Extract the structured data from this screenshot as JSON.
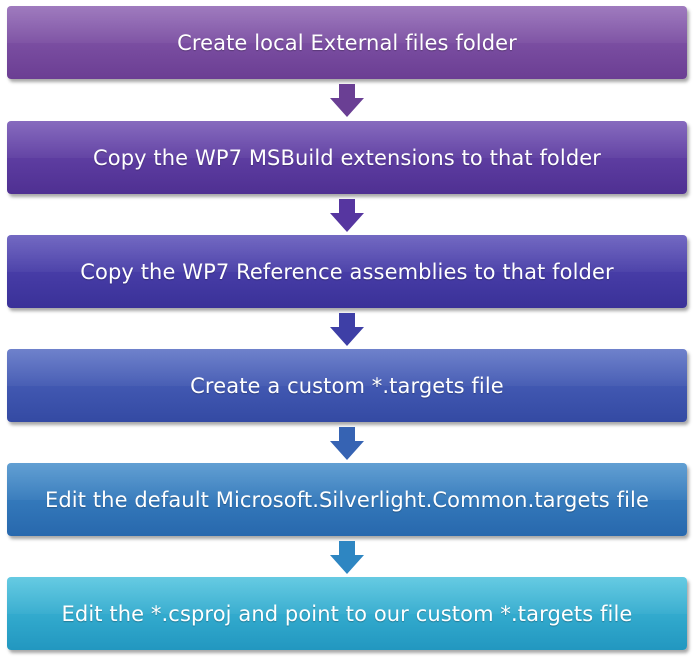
{
  "steps": [
    {
      "label": "Create local External files folder",
      "color_top": "#8a5eb0",
      "color_bottom": "#6b3e93"
    },
    {
      "label": "Copy the WP7 MSBuild extensions to that folder",
      "color_top": "#6c4ab0",
      "color_bottom": "#4f3092"
    },
    {
      "label": "Copy the WP7 Reference assemblies to that folder",
      "color_top": "#5448b5",
      "color_bottom": "#3a3198"
    },
    {
      "label": "Create a custom *.targets file",
      "color_top": "#4f66c0",
      "color_bottom": "#344aa3"
    },
    {
      "label": "Edit the default Microsoft.Silverlight.Common.targets file",
      "color_top": "#3f8ac9",
      "color_bottom": "#2868ad"
    },
    {
      "label": "Edit the *.csproj and point to our custom *.targets file",
      "color_top": "#44bfdc",
      "color_bottom": "#2297c0"
    }
  ],
  "arrows": [
    {
      "color": "#6a3f94"
    },
    {
      "color": "#5636a0"
    },
    {
      "color": "#3e3fa6"
    },
    {
      "color": "#3663b3"
    },
    {
      "color": "#2e86c2"
    }
  ]
}
